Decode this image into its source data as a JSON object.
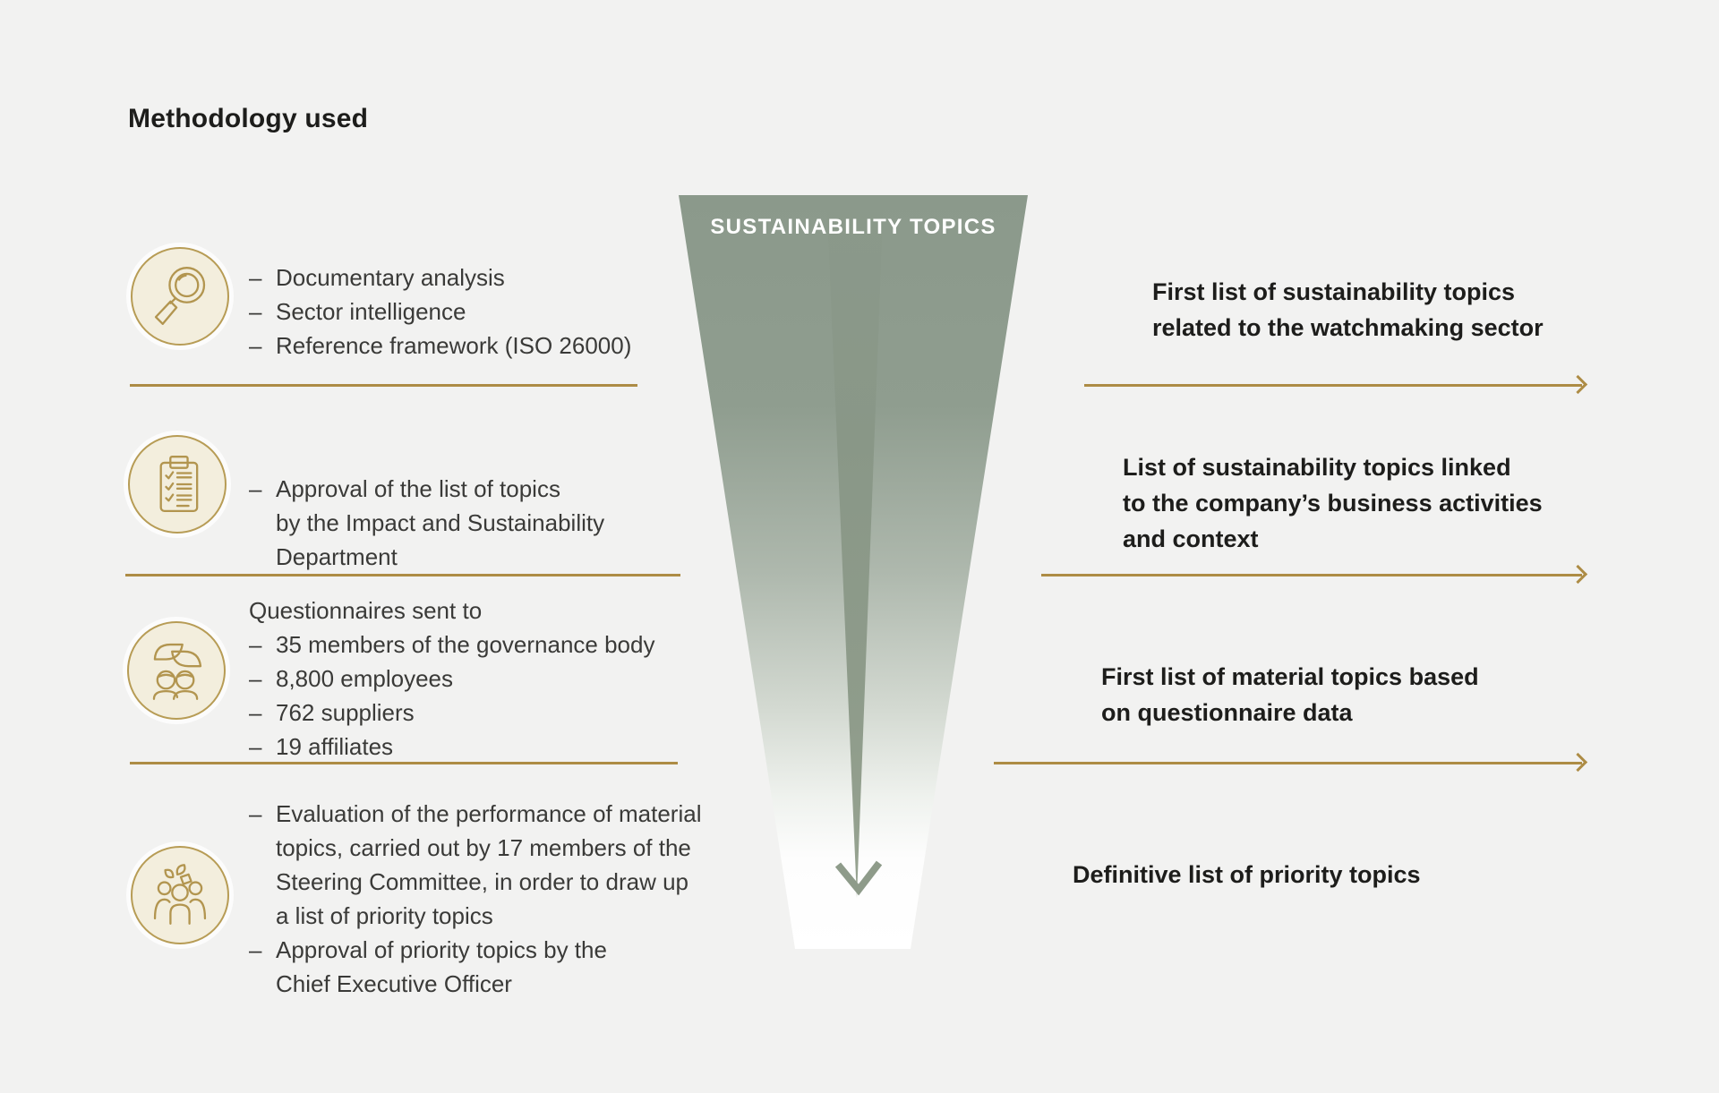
{
  "title": "Methodology used",
  "funnel": {
    "label": "SUSTAINABILITY TOPICS"
  },
  "bullet_dash": "–",
  "colors": {
    "bg": "#f2f2f1",
    "gold": "#ad8c45",
    "icon-stroke": "#b2954f",
    "icon-fill": "#f3eedd",
    "icon-border": "#b79c55",
    "funnel-green": "#8c9a8c",
    "stripe-green": "#8d9a89",
    "text-dark": "#1d1d1b",
    "text-body": "#3a3a38"
  },
  "steps": [
    {
      "icon": "magnifier-icon",
      "bullets": [
        {
          "lines": [
            "Documentary analysis"
          ]
        },
        {
          "lines": [
            "Sector intelligence"
          ]
        },
        {
          "lines": [
            "Reference framework (ISO 26000)"
          ]
        }
      ],
      "outcome_lines": [
        "First list of sustainability topics",
        "related to the watchmaking sector"
      ]
    },
    {
      "icon": "clipboard-checklist-icon",
      "bullets": [
        {
          "lines": [
            "Approval of the list of topics",
            "by the Impact and Sustainability",
            "Department"
          ]
        }
      ],
      "outcome_lines": [
        "List of sustainability topics linked",
        "to the company’s business activities",
        "and context"
      ]
    },
    {
      "icon": "questionnaire-people-icon",
      "header": "Questionnaires sent to",
      "bullets": [
        {
          "lines": [
            "35 members of the governance body"
          ]
        },
        {
          "lines": [
            "8,800 employees"
          ]
        },
        {
          "lines": [
            "762 suppliers"
          ]
        },
        {
          "lines": [
            "19 affiliates"
          ]
        }
      ],
      "outcome_lines": [
        "First list of material topics based",
        "on questionnaire data"
      ]
    },
    {
      "icon": "steering-committee-icon",
      "bullets": [
        {
          "lines": [
            "Evaluation of the performance of material",
            "topics, carried out by 17 members of the",
            "Steering Committee, in order to draw up",
            "a list of priority topics"
          ]
        },
        {
          "lines": [
            "Approval of priority topics by the",
            "Chief Executive Officer"
          ]
        }
      ],
      "outcome_lines": [
        "Definitive list of priority topics"
      ]
    }
  ]
}
